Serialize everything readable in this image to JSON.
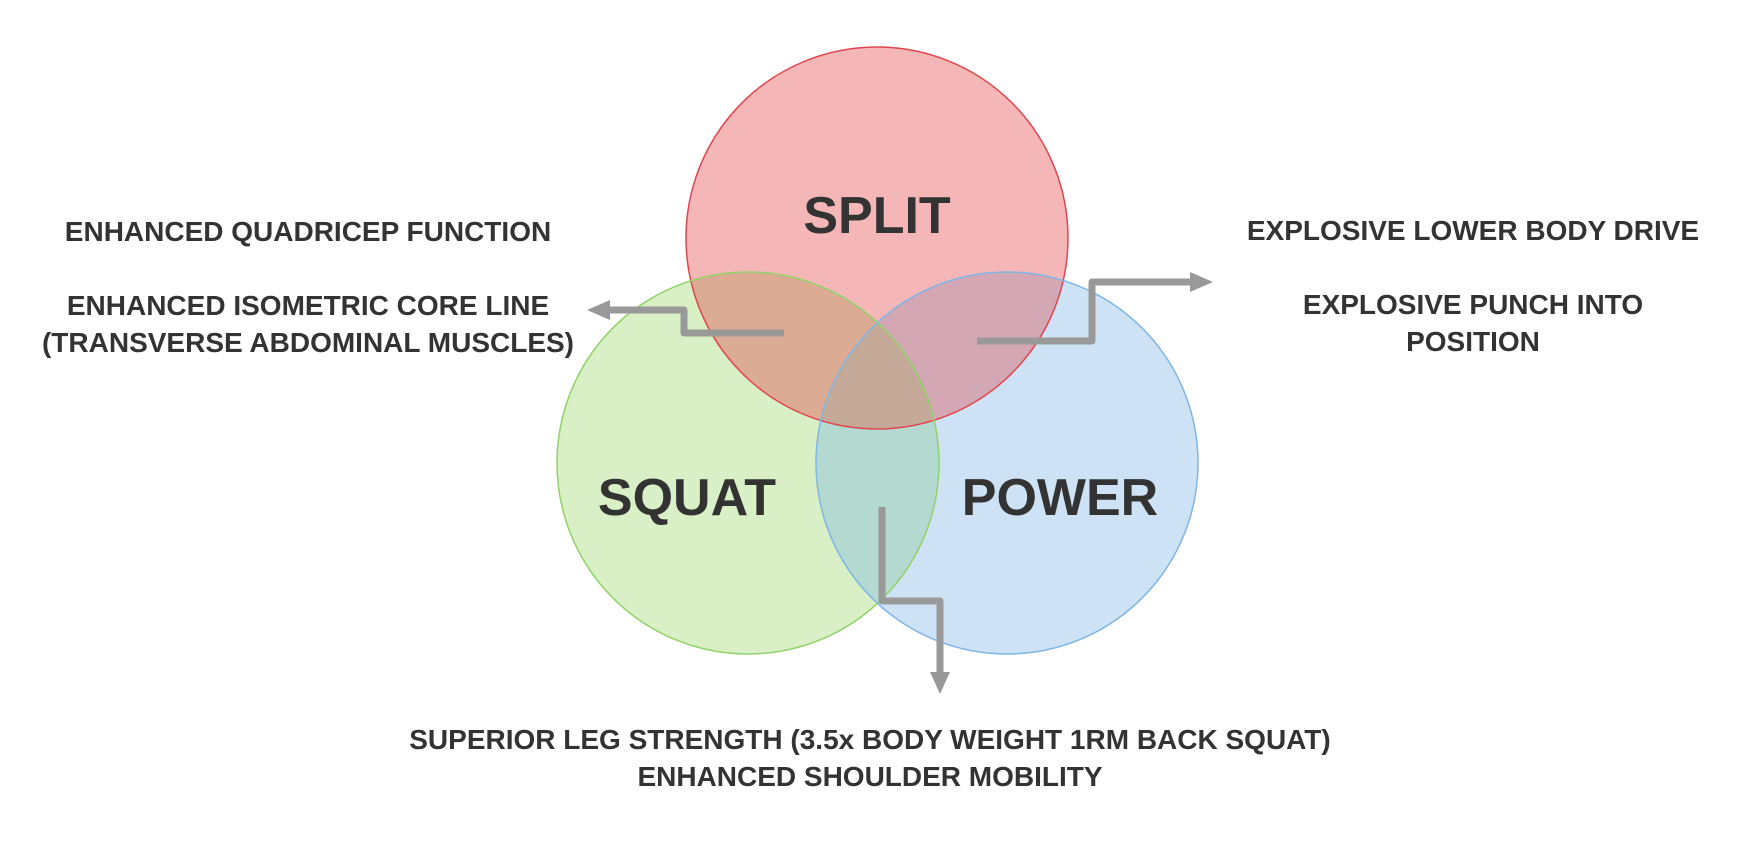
{
  "circles": [
    {
      "id": "split",
      "label": "SPLIT",
      "fill": "#f4b6b7",
      "stroke": "#e0464d"
    },
    {
      "id": "squat",
      "label": "SQUAT",
      "fill": "#d9efc5",
      "stroke": "#92d26a"
    },
    {
      "id": "power",
      "label": "POWER",
      "fill": "#cde2f4",
      "stroke": "#7fb6e6"
    }
  ],
  "overlap_colors": {
    "split_squat": "#dbab93",
    "split_power": "#d3a7b4",
    "squat_power": "#b3d9d1",
    "center": "#c4a898"
  },
  "arrow_color": "#999999",
  "text_color": "#333333",
  "notes": {
    "split_squat": {
      "line1": "ENHANCED QUADRICEP FUNCTION",
      "line2": "ENHANCED ISOMETRIC CORE LINE (TRANSVERSE ABDOMINAL MUSCLES)"
    },
    "split_power": {
      "line1": "EXPLOSIVE LOWER BODY DRIVE",
      "line2": "EXPLOSIVE PUNCH INTO POSITION"
    },
    "squat_power": {
      "line1": "SUPERIOR LEG STRENGTH (3.5x BODY WEIGHT 1RM BACK SQUAT)",
      "line2": "ENHANCED SHOULDER MOBILITY"
    }
  }
}
